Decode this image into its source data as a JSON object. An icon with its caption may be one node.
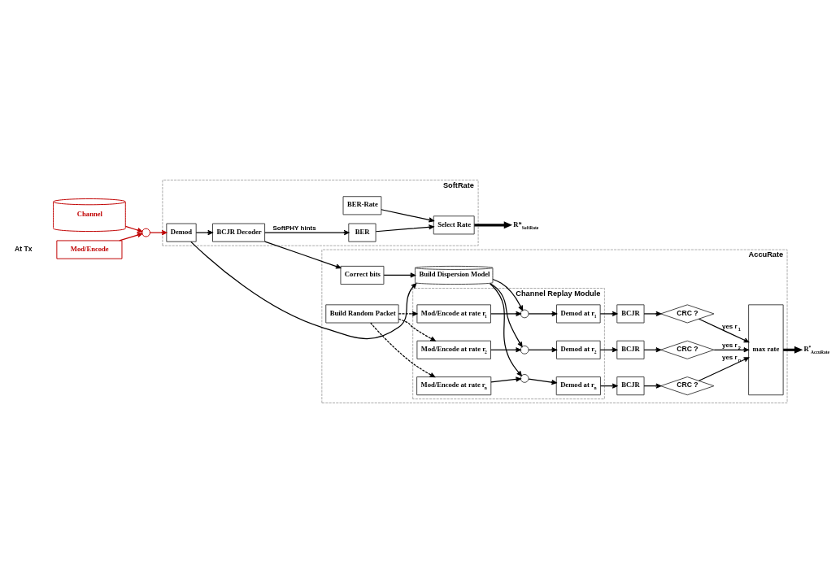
{
  "diagram": {
    "nodes": [
      {
        "text": [
          "SoftRate"
        ]
      },
      {
        "text": [
          "Demod"
        ],
        "in": 0
      },
      {
        "text": [
          "BCJR Decoder"
        ],
        "in": 0
      },
      {
        "text": [
          "BER"
        ],
        "in": 0
      },
      {
        "text": [
          "BER-Rate"
        ],
        "in": 0
      },
      {
        "text": [
          "Select Rate"
        ],
        "in": 0
      },
      {
        "text": [
          "Channel"
        ]
      },
      {
        "text": [
          "Mod/Encode"
        ]
      },
      {
        "text": [],
        "shape": "circle"
      },
      {
        "text": [
          "R*$_{SoftRate}$"
        ]
      },
      {
        "text": [
          "AccuRate"
        ]
      },
      {
        "text": [
          "Correct bits"
        ],
        "in": 10
      },
      {
        "text": [
          "Build Dispersion Model"
        ],
        "in": 10
      },
      {
        "text": [
          "Channel Replay Module"
        ],
        "in": 10
      },
      {
        "text": [
          "Build Random Packet"
        ],
        "in": 10
      },
      {
        "text": [
          "Mod/Encode at rate r$_{1}$"
        ],
        "in": 13
      },
      {
        "text": [
          "Mod/Encode at rate r$_{2}$"
        ],
        "in": 13
      },
      {
        "text": [
          "Mod/Encode at rate r$_{n}$"
        ],
        "in": 13
      },
      {
        "text": [],
        "shape": "circle",
        "in": 13
      },
      {
        "text": [],
        "shape": "circle",
        "in": 13
      },
      {
        "text": [],
        "shape": "circle",
        "in": 13
      },
      {
        "text": [
          "Demod at r$_{1}$"
        ],
        "in": 13
      },
      {
        "text": [
          "Demod at r$_{2}$"
        ],
        "in": 13
      },
      {
        "text": [
          "Demod at r$_{n}$"
        ],
        "in": 13
      },
      {
        "text": [
          "BCJR"
        ],
        "in": 10
      },
      {
        "text": [
          "BCJR"
        ],
        "in": 10
      },
      {
        "text": [
          "BCJR"
        ],
        "in": 10
      },
      {
        "text": [
          "CRC ?"
        ],
        "in": 10
      },
      {
        "text": [
          "CRC ?"
        ],
        "in": 10
      },
      {
        "text": [
          "CRC ?"
        ],
        "in": 10
      },
      {
        "text": [
          "max rate"
        ],
        "in": 10
      },
      {
        "text": [
          "R$^{*}$$_{AccuRate}$"
        ]
      }
    ],
    "edges": [
      {
        "from": 6,
        "to": 8,
        "arrow": "to",
        "color": "#c00000"
      },
      {
        "from": 7,
        "to": 8,
        "arrow": "to",
        "color": "#c00000"
      },
      {
        "from": 8,
        "to": 1,
        "arrow": "to",
        "color": "#c00000"
      },
      {
        "from": 1,
        "to": 2,
        "arrow": "to"
      },
      {
        "from": 2,
        "to": 3,
        "arrow": "to",
        "label": "SoftPHY hints"
      },
      {
        "from": 3,
        "to": 5,
        "arrow": "to"
      },
      {
        "from": 4,
        "to": 5,
        "arrow": "to"
      },
      {
        "from": 5,
        "to": 9,
        "arrow": "to",
        "style": "thick"
      },
      {
        "from": 1,
        "to": 12,
        "arrow": "to"
      },
      {
        "from": 2,
        "to": 11,
        "arrow": "to"
      },
      {
        "from": 11,
        "to": 12,
        "arrow": "to"
      },
      {
        "from": 12,
        "to": 18,
        "arrow": "to"
      },
      {
        "from": 12,
        "to": 19,
        "arrow": "to"
      },
      {
        "from": 12,
        "to": 20,
        "arrow": "to"
      },
      {
        "from": 14,
        "to": 15,
        "arrow": "to",
        "style": "dashed"
      },
      {
        "from": 14,
        "to": 16,
        "arrow": "to",
        "style": "dashed"
      },
      {
        "from": 14,
        "to": 17,
        "arrow": "to",
        "style": "dashed"
      },
      {
        "from": 15,
        "to": 18,
        "arrow": "to"
      },
      {
        "from": 16,
        "to": 19,
        "arrow": "to"
      },
      {
        "from": 17,
        "to": 20,
        "arrow": "to"
      },
      {
        "from": 18,
        "to": 21,
        "arrow": "to"
      },
      {
        "from": 19,
        "to": 22,
        "arrow": "to"
      },
      {
        "from": 20,
        "to": 23,
        "arrow": "to"
      },
      {
        "from": 21,
        "to": 24,
        "arrow": "to"
      },
      {
        "from": 22,
        "to": 25,
        "arrow": "to"
      },
      {
        "from": 23,
        "to": 26,
        "arrow": "to"
      },
      {
        "from": 24,
        "to": 27,
        "arrow": "to"
      },
      {
        "from": 25,
        "to": 28,
        "arrow": "to"
      },
      {
        "from": 26,
        "to": 29,
        "arrow": "to"
      },
      {
        "from": 27,
        "to": 30,
        "arrow": "to",
        "label": "yes r$_{1}$"
      },
      {
        "from": 28,
        "to": 30,
        "arrow": "to",
        "label": "yes r$_{2}$"
      },
      {
        "from": 29,
        "to": 30,
        "arrow": "to",
        "label": "yes r$_{n}$"
      },
      {
        "from": 30,
        "to": 31,
        "arrow": "to",
        "style": "thick"
      }
    ],
    "labels": [
      "At Tx"
    ]
  }
}
